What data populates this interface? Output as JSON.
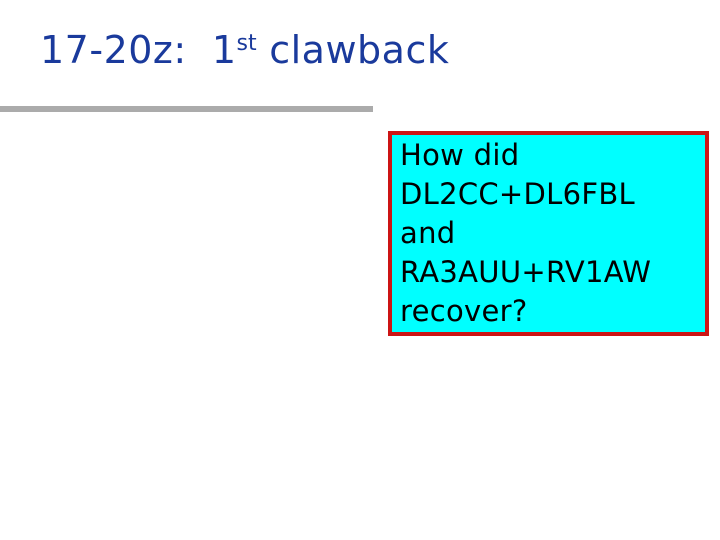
{
  "slide": {
    "title": {
      "part1": "17-20z:  1",
      "superscript": "st",
      "part2": " clawback"
    },
    "callout": {
      "lines": [
        "How did",
        "DL2CC+DL6FBL",
        "and",
        "RA3AUU+RV1AW",
        "recover?"
      ]
    },
    "colors": {
      "title_blue": "#1a3a9c",
      "rule_gray": "#ababab",
      "callout_background": "#00ffff",
      "callout_border_red": "#cc1414",
      "callout_text": "#000000"
    }
  }
}
